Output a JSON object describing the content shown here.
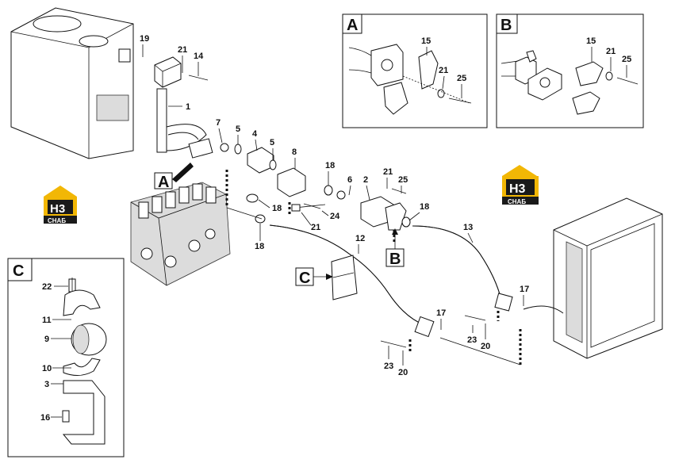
{
  "detail_boxes": [
    {
      "id": "A",
      "letter": "A",
      "callouts": [
        "15",
        "21",
        "25"
      ]
    },
    {
      "id": "B",
      "letter": "B",
      "callouts": [
        "15",
        "21",
        "25"
      ]
    },
    {
      "id": "C",
      "letter": "C",
      "callouts": [
        "22",
        "11",
        "9",
        "10",
        "3",
        "16"
      ]
    }
  ],
  "view_markers": [
    "A",
    "B",
    "C"
  ],
  "callouts_main": [
    "19",
    "21",
    "14",
    "1",
    "7",
    "5",
    "4",
    "5",
    "8",
    "18",
    "6",
    "2",
    "21",
    "25",
    "18",
    "24",
    "21",
    "18",
    "18",
    "12",
    "13",
    "17",
    "17",
    "23",
    "20",
    "23",
    "20"
  ],
  "logos": [
    {
      "id": "logo-left",
      "text": "H3",
      "subtext": "СНАБ"
    },
    {
      "id": "logo-right",
      "text": "H3",
      "subtext": "СНАБ"
    }
  ],
  "colors": {
    "logo_yellow": "#f2b705",
    "logo_black": "#1a1a1a",
    "line": "#111111"
  }
}
